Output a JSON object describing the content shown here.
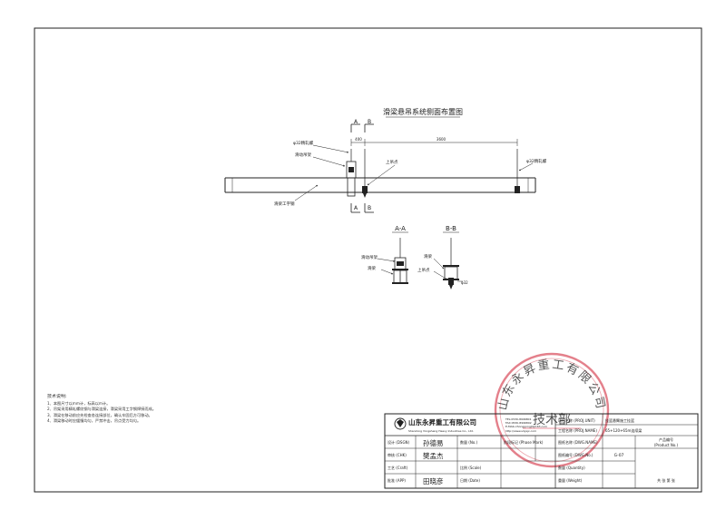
{
  "drawing": {
    "title": "滑梁悬吊系统侧面布置图",
    "section_labels": {
      "a_top": "A",
      "b_top": "B",
      "a_bottom": "A",
      "b_bottom": "B"
    },
    "dimensions": {
      "left": "400",
      "right": "3600"
    },
    "callouts": {
      "bolt_left": "φ32精轧螺",
      "roller": "滑动吊架",
      "bolt_right": "φ32精轧螺",
      "hanger": "上吊点",
      "rail": "滑梁工字钢"
    },
    "section_a": {
      "title": "A-A",
      "label_roller": "滑动吊架",
      "label_beam": "滑梁"
    },
    "section_b": {
      "title": "B-B",
      "label_beam": "滑梁",
      "label_hanger": "上吊点",
      "label_bolt": "φ32"
    }
  },
  "notes": {
    "title": "技术说明:",
    "lines": [
      "1、本图尺寸以mm计，标高以m计。",
      "2、吊架采用精轧螺纹钢与滑梁连接，滑梁采用工字钢焊接而成。",
      "3、滑梁在移动前应先检查各连接部位，确认牢固后方可移动。",
      "4、滑梁移动时应缓慢均匀，严禁冲击，吊点受力均匀。"
    ]
  },
  "stamp": {
    "company": "山东永昇重工有限公司",
    "department": "技术部"
  },
  "title_block": {
    "company_name": "山东永昇重工有限公司",
    "company_name_en": "Shandong Yongsheng Heavy Industries Co., Ltd.",
    "contact_lines": [
      "TEL:0530-8996801",
      "FAX:0530-8996802",
      "E-MAIL:zhonggongjt@163.com"
    ],
    "website": "http://www.sdysjx.com",
    "project_label": "项目名称 (PROJ.UNIT)",
    "project_name_label": "工程名称 (PROJ.NAME)",
    "project_value": "挂篮悬臂施工挂篮",
    "project_name_value": "65+120+65m连续梁",
    "drawing_label": "图纸名称 (DWG.NAME)",
    "drawing_no_label": "图纸编号 (DWG.No.)",
    "drawing_no_value": "G-07",
    "product_label": "产品编号",
    "product_label_en": "(Product No.)",
    "design_label": "设计 (DSGN)",
    "check_label": "审核 (CHK)",
    "craft_label": "工艺 (Craft)",
    "approve_label": "批准 (APP)",
    "number_label": "数量 (No.)",
    "phase_label": "阶段标记 (Phase Mark)",
    "scale_label": "比例 (Scale)",
    "date_label": "日期 (Date)",
    "quantity_label": "数量 (Quantity)",
    "weight_label": "重量 (Weight)",
    "sheet_text": "共  张  第  张",
    "design_value": "孙德易",
    "check_value": "樊孟杰",
    "approve_value": "田晓彦"
  }
}
